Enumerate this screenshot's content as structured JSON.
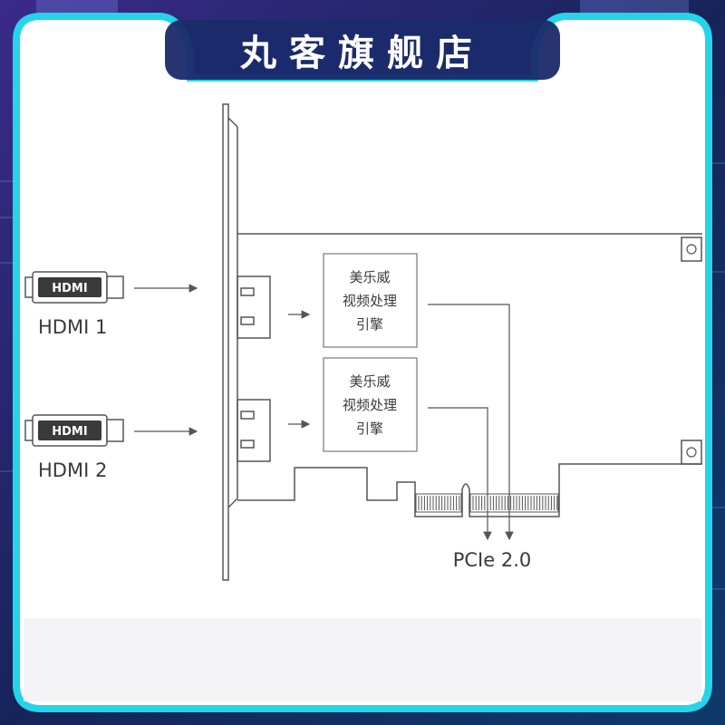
{
  "banner": {
    "title": "丸客旗舰店"
  },
  "colors": {
    "frame": "#26d4ea",
    "panel": "#ffffff",
    "line": "#555555"
  },
  "inputs": [
    {
      "connector_text": "HDMI",
      "label": "HDMI 1"
    },
    {
      "connector_text": "HDMI",
      "label": "HDMI 2"
    }
  ],
  "engines": [
    {
      "line1": "美乐威",
      "line2": "视频处理",
      "line3": "引擎"
    },
    {
      "line1": "美乐威",
      "line2": "视频处理",
      "line3": "引擎"
    }
  ],
  "bus": {
    "label": "PCIe 2.0"
  }
}
